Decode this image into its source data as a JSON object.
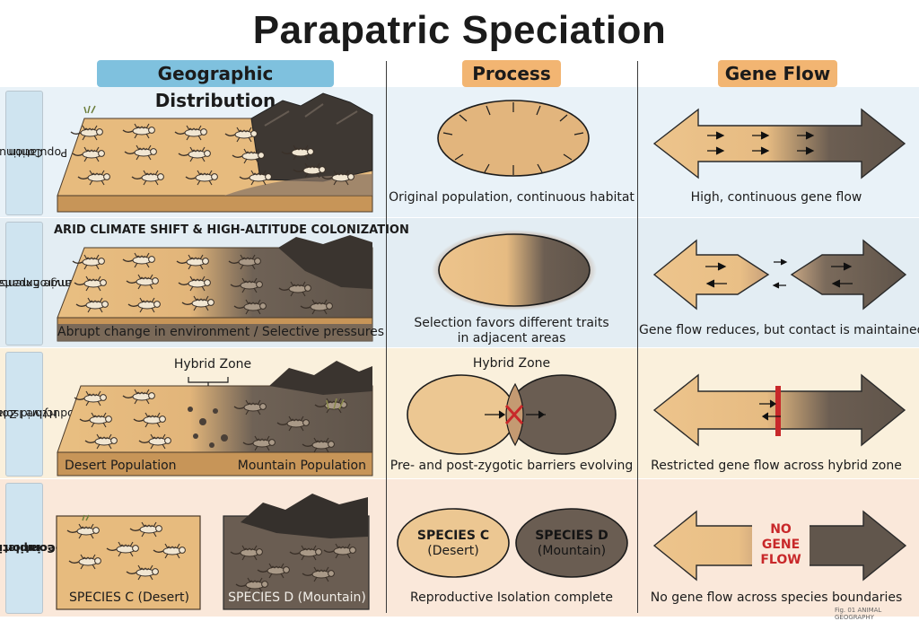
{
  "title": "Parapatric Speciation",
  "columns": {
    "geographic": "Geographic Distribution",
    "process": "Process",
    "gene_flow": "Gene Flow"
  },
  "rows": [
    {
      "label_line1": "Continuous",
      "label_line2": "Population",
      "process_caption": "Original population, continuous habitat",
      "gene_flow_caption": "High, continuous gene flow"
    },
    {
      "label_line1": "Environmental Change",
      "label_line2": "or Range Expansion",
      "map_heading": "ARID CLIMATE SHIFT & HIGH-ALTITUDE COLONIZATION",
      "map_caption": "Abrupt change in environment / Selective pressures",
      "process_caption_line1": "Selection favors different traits",
      "process_caption_line2": "in adjacent areas",
      "gene_flow_caption": "Gene flow reduces, but contact is maintained"
    },
    {
      "label_line1": "Hybrid Zone and",
      "label_line2": "Reproductive Isolation",
      "map_hybrid_label": "Hybrid Zone",
      "map_left_label": "Desert Population",
      "map_right_label": "Mountain Population",
      "process_hybrid_label": "Hybrid Zone",
      "process_caption": "Pre- and post-zygotic barriers evolving",
      "gene_flow_caption": "Restricted gene flow across hybrid zone"
    },
    {
      "label_line1": "Completion of",
      "label_line2": "Speciation",
      "map_left_label": "SPECIES C (Desert)",
      "map_right_label": "SPECIES D (Mountain)",
      "species_c_name": "SPECIES C",
      "species_c_habitat": "(Desert)",
      "species_d_name": "SPECIES D",
      "species_d_habitat": "(Mountain)",
      "process_caption": "Reproductive Isolation complete",
      "no_flow_1": "NO",
      "no_flow_2": "GENE",
      "no_flow_3": "FLOW",
      "gene_flow_caption": "No gene flow across species boundaries"
    }
  ],
  "footnote": "Fig. 01 ANIMAL GEOGRAPHY",
  "colors": {
    "desert": "#e9bf82",
    "mountain": "#6a5d52",
    "accent_blue": "#7fc1de",
    "accent_orange": "#f2b572",
    "barrier_red": "#c8282a"
  }
}
